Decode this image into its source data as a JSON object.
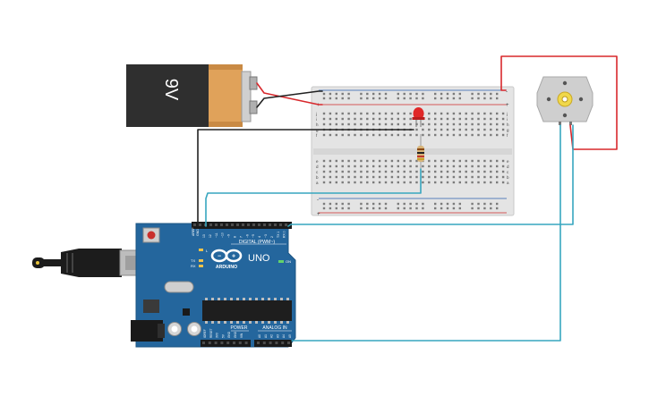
{
  "battery": {
    "label": "9V"
  },
  "arduino": {
    "logo_text": "ARDUINO",
    "model": "UNO",
    "digital_label": "DIGITAL (PWM~)",
    "power_label": "POWER",
    "analog_label": "ANALOG IN",
    "on_label": "ON",
    "led_l": "L",
    "led_tx": "TX",
    "led_rx": "RX",
    "aref": "AREF",
    "gnd_top": "GND",
    "pins_digital": [
      "13",
      "12",
      "~11",
      "~10",
      "~9",
      "8",
      "7",
      "~6",
      "~5",
      "4",
      "~3",
      "2",
      "TX 1",
      "RX 0"
    ],
    "pins_power": [
      "IOREF",
      "RESET",
      "3V3",
      "5V",
      "GND",
      "GND",
      "VIN"
    ],
    "pins_analog": [
      "A0",
      "A1",
      "A2",
      "A3",
      "A4",
      "A5"
    ]
  },
  "breadboard": {
    "row_letters_top": [
      "j",
      "i",
      "h",
      "g",
      "f"
    ],
    "row_letters_bottom": [
      "e",
      "d",
      "c",
      "b",
      "a"
    ]
  },
  "motor": {
    "label": ""
  },
  "colors": {
    "wire_red": "#d8282c",
    "wire_black": "#222222",
    "wire_teal": "#37a6bf",
    "arduino_blue": "#24669d",
    "breadboard": "#e6e6e6"
  }
}
